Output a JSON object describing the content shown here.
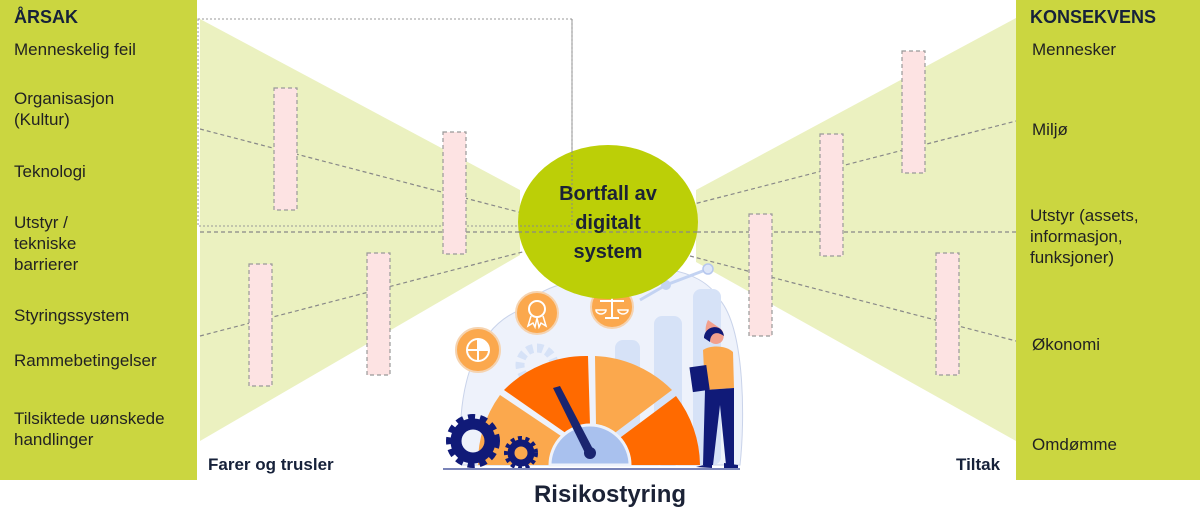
{
  "left_column": {
    "title": "ÅRSAK",
    "items": [
      "Menneskelig feil",
      "Organisasjon\n(Kultur)",
      "Teknologi",
      "Utstyr /\ntekniske\nbarrierer",
      "Styringssystem",
      "Rammebetingelser",
      "Tilsiktede uønskede\nhandlinger"
    ]
  },
  "right_column": {
    "title": "KONSEKVENS",
    "items": [
      "Mennesker",
      "Miljø",
      "Utstyr (assets,\ninformasjon,\nfunksjoner)",
      "Økonomi",
      "Omdømme"
    ]
  },
  "central_event": "Bortfall av\ndigitalt\nsystem",
  "left_stage_label": "Farer og trusler",
  "right_stage_label": "Tiltak",
  "caption": "Risikostyring",
  "colors": {
    "column_green": "#cbd640",
    "wedge_green": "#ebf1c0",
    "event_green": "#bccf07",
    "barrier_fill": "#fde3e3",
    "barrier_stroke": "#999999",
    "gauge_dark_orange": "#ff6a00",
    "gauge_light_orange": "#fba84d",
    "navy": "#101a78"
  },
  "illustration": {
    "description": "risk gauge with needle, gears, person holding tablet, bar chart and icon badges",
    "icons": [
      "pie-chart-icon",
      "award-ribbon-icon",
      "balance-scale-icon",
      "gear-icon",
      "gear-icon"
    ]
  }
}
